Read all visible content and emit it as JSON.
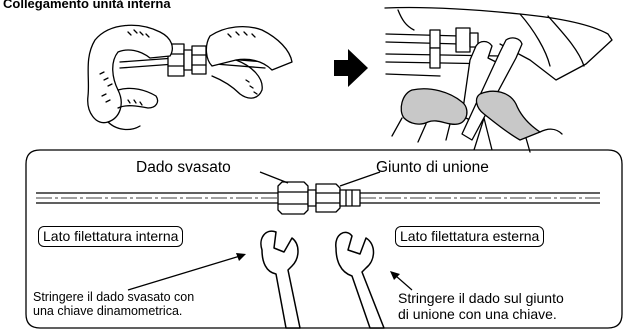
{
  "section_title": "Collegamento unità interna",
  "labels": {
    "flare_nut": "Dado svasato",
    "union_joint": "Giunto di unione",
    "internal_thread_side": "Lato filettatura interna",
    "external_thread_side": "Lato filettatura esterna",
    "torque_wrench_note_line1": "Stringere il dado svasato con",
    "torque_wrench_note_line2": "una chiave dinamometrica.",
    "wrench_note_line1": "Stringere il dado sul giunto",
    "wrench_note_line2": "di unione con una chiave."
  },
  "icons": {
    "arrow": "right-arrow-icon",
    "hands_connecting": "hands-connecting-pipe-icon",
    "hands_wrenches": "hands-with-wrenches-icon",
    "wrench_left": "open-end-wrench-icon",
    "wrench_right": "open-end-wrench-icon"
  },
  "colors": {
    "ink": "#000000",
    "glove": "#c8c8c8",
    "background": "#ffffff"
  }
}
